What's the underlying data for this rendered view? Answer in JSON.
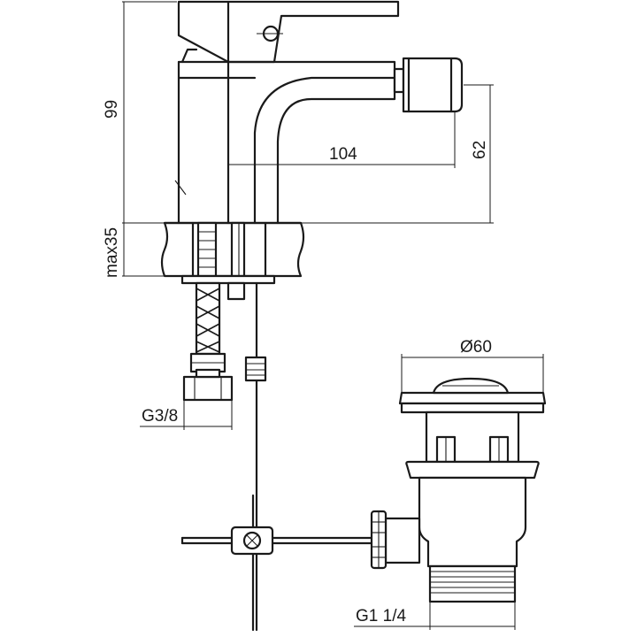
{
  "dimensions": {
    "height_total": "99",
    "spout_height": "62",
    "spout_reach": "104",
    "deck_thickness": "max35",
    "hose_thread": "G3/8",
    "drain_diameter": "Ø60",
    "drain_thread": "G1 1/4"
  },
  "colors": {
    "line": "#1a1a1a",
    "background": "#ffffff"
  }
}
